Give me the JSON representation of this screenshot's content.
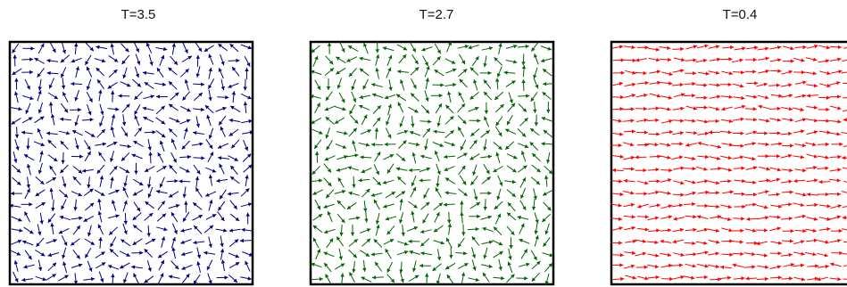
{
  "chart_data": [
    {
      "type": "vector-field",
      "title": "T=3.5",
      "color": "#00007f",
      "grid": [
        20,
        20
      ],
      "ordering": "disordered",
      "xlabel": "",
      "ylabel": ""
    },
    {
      "type": "vector-field",
      "title": "T=2.7",
      "color": "#006400",
      "grid": [
        20,
        20
      ],
      "ordering": "mostly disordered",
      "xlabel": "",
      "ylabel": ""
    },
    {
      "type": "vector-field",
      "title": "T=0.4",
      "color": "#ff0000",
      "grid": [
        20,
        20
      ],
      "ordering": "aligned horizontally",
      "xlabel": "",
      "ylabel": ""
    }
  ]
}
